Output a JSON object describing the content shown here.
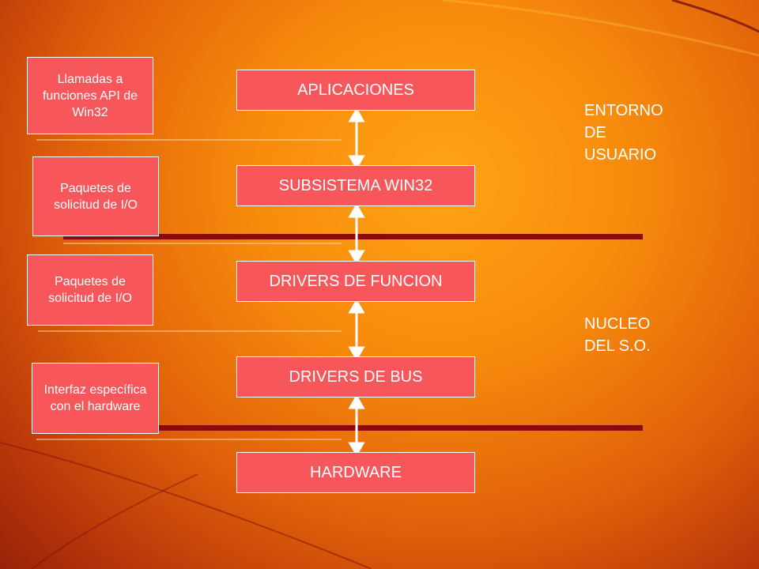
{
  "layers": [
    {
      "label": "APLICACIONES"
    },
    {
      "label": "SUBSISTEMA WIN32"
    },
    {
      "label": "DRIVERS DE FUNCION"
    },
    {
      "label": "DRIVERS DE BUS"
    },
    {
      "label": "HARDWARE"
    }
  ],
  "notes": [
    {
      "text": "Llamadas a funciones API de Win32"
    },
    {
      "text": "Paquetes de solicitud de I/O"
    },
    {
      "text": "Paquetes de solicitud de I/O"
    },
    {
      "text": "Interfaz específica con el hardware"
    }
  ],
  "zones": {
    "user": {
      "line1": "ENTORNO",
      "line2": "DE",
      "line3": "USUARIO"
    },
    "kernel": {
      "line1": "NUCLEO",
      "line2": "DEL S.O."
    }
  },
  "colors": {
    "box": "#f7575a",
    "separator": "#8b0a0a",
    "arrow": "#ffffff"
  }
}
